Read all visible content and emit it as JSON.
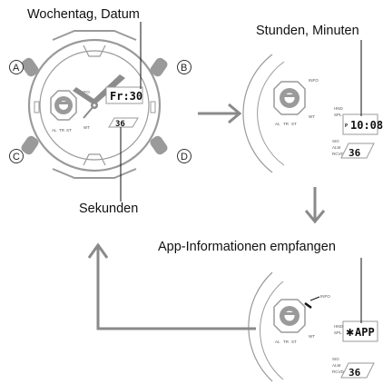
{
  "labels": {
    "weekday_date": "Wochentag, Datum",
    "seconds": "Sekunden",
    "hours_minutes": "Stunden, Minuten",
    "app_info": "App-Informationen empfangen"
  },
  "buttons": {
    "a": "A",
    "b": "B",
    "c": "C",
    "d": "D"
  },
  "displays": {
    "watch1_top": "Fr:30",
    "watch1_bottom": "36",
    "watch2_top": "10:08",
    "watch2_pm": "P",
    "watch2_bottom": "36",
    "watch3_top": "APP",
    "watch3_bottom": "36"
  },
  "dial_marks": {
    "info": "INFO",
    "al": "AL",
    "tr": "TR",
    "st": "ST",
    "wt": "WT",
    "hnd": "HND",
    "spl": "SPL",
    "sig": "SIG",
    "alm": "ALM",
    "rcvd": "RCVD"
  },
  "colors": {
    "case": "#9a9a9a",
    "arrow": "#8a8a8a",
    "hand": "#8c8c8c"
  }
}
